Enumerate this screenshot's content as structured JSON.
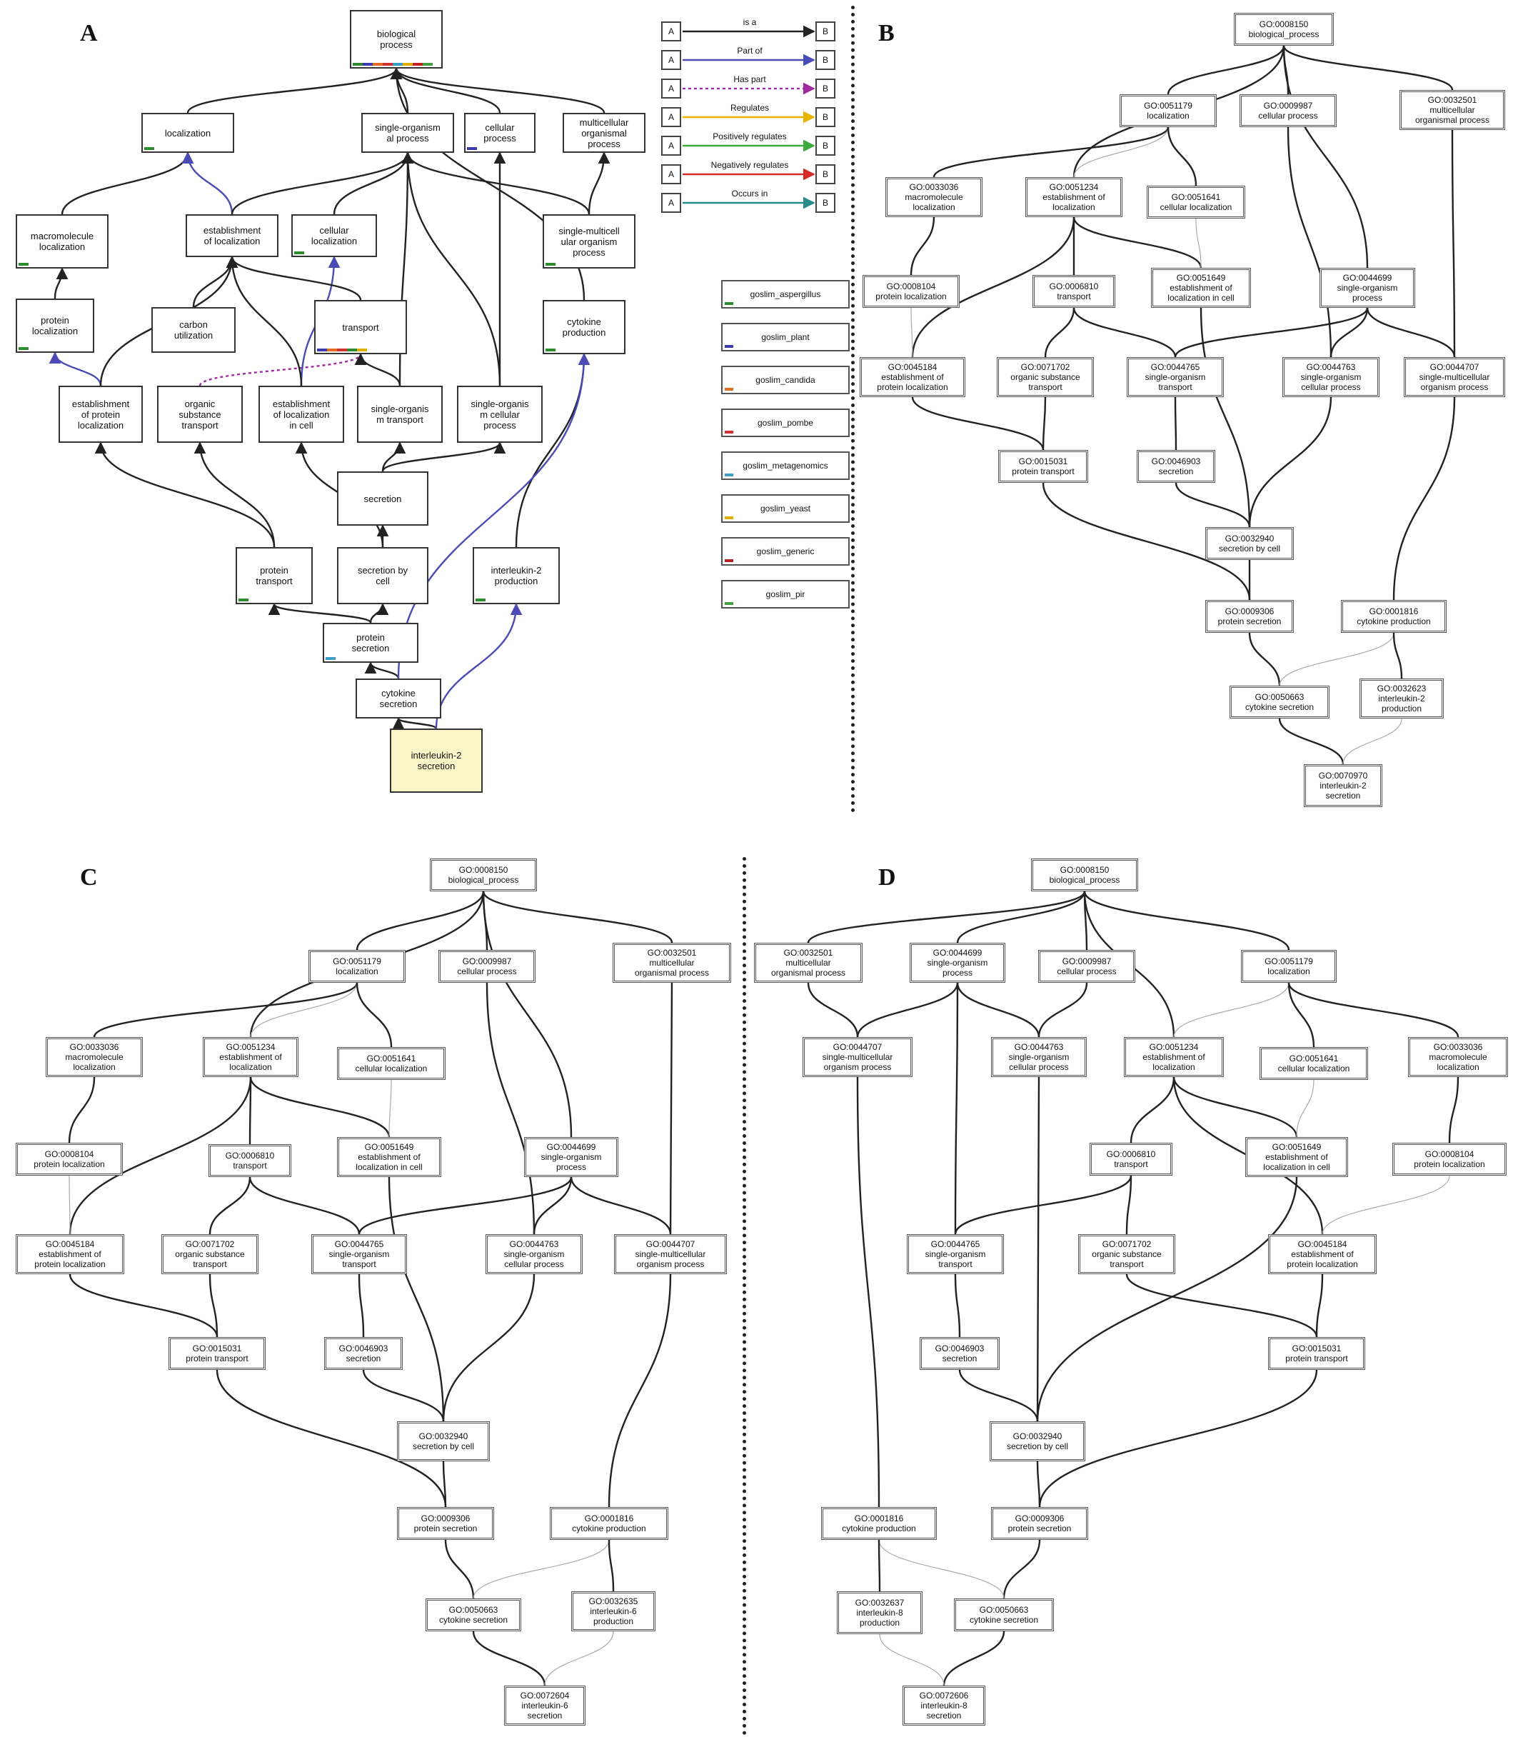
{
  "panel_labels": [
    "A",
    "B",
    "C",
    "D"
  ],
  "legend": {
    "relations": [
      {
        "a": "A",
        "b": "B",
        "label": "is a",
        "color": "#222222",
        "dash": false
      },
      {
        "a": "A",
        "b": "B",
        "label": "Part of",
        "color": "#4b4bb5",
        "dash": false
      },
      {
        "a": "A",
        "b": "B",
        "label": "Has part",
        "color": "#a02a9f",
        "dash": true
      },
      {
        "a": "A",
        "b": "B",
        "label": "Regulates",
        "color": "#e8b400",
        "dash": false
      },
      {
        "a": "A",
        "b": "B",
        "label": "Positively regulates",
        "color": "#3daa3d",
        "dash": false
      },
      {
        "a": "A",
        "b": "B",
        "label": "Negatively regulates",
        "color": "#d62a2a",
        "dash": false
      },
      {
        "a": "A",
        "b": "B",
        "label": "Occurs in",
        "color": "#2a8a8a",
        "dash": false
      }
    ],
    "slims": [
      {
        "label": "goslim_aspergillus",
        "color": "#2e8b2e"
      },
      {
        "label": "goslim_plant",
        "color": "#3b3bb0"
      },
      {
        "label": "goslim_candida",
        "color": "#e07020"
      },
      {
        "label": "goslim_pombe",
        "color": "#d23030"
      },
      {
        "label": "goslim_metagenomics",
        "color": "#3aa0c8"
      },
      {
        "label": "goslim_yeast",
        "color": "#e0b000"
      },
      {
        "label": "goslim_generic",
        "color": "#c02020"
      },
      {
        "label": "goslim_pir",
        "color": "#40a040"
      }
    ]
  },
  "panelA": {
    "nodes": {
      "bp": "biological\nprocess",
      "loc": "localization",
      "sop": "single-organism\nal process",
      "cp": "cellular\nprocess",
      "mop": "multicellular\norganismal\nprocess",
      "mml": "macromolecule\nlocalization",
      "eol": "establishment\nof localization",
      "cl": "cellular\nlocalization",
      "smp": "single-multicell\nular organism\nprocess",
      "pl": "protein\nlocalization",
      "cu": "carbon\nutilization",
      "tr": "transport",
      "cyp": "cytokine\nproduction",
      "epl": "establishment\nof protein\nlocalization",
      "ost": "organic\nsubstance\ntransport",
      "elc": "establishment\nof localization\nin cell",
      "sot": "single-organis\nm transport",
      "socp": "single-organis\nm cellular\nprocess",
      "sec": "secretion",
      "pt": "protein\ntransport",
      "sbc": "secretion by\ncell",
      "il2p": "interleukin-2\nproduction",
      "ps": "protein\nsecretion",
      "cs": "cytokine\nsecretion",
      "il2s": "interleukin-2\nsecretion"
    }
  },
  "panelB": {
    "nodes": {
      "bp": "GO:0008150\nbiological_process",
      "loc": "GO:0051179\nlocalization",
      "cp": "GO:0009987\ncellular process",
      "mop": "GO:0032501\nmulticellular\norganismal process",
      "mml": "GO:0033036\nmacromolecule\nlocalization",
      "eol": "GO:0051234\nestablishment of\nlocalization",
      "cl": "GO:0051641\ncellular localization",
      "pl": "GO:0008104\nprotein localization",
      "tr": "GO:0006810\ntransport",
      "elc": "GO:0051649\nestablishment of\nlocalization in cell",
      "sop": "GO:0044699\nsingle-organism\nprocess",
      "epl": "GO:0045184\nestablishment of\nprotein localization",
      "ost": "GO:0071702\norganic substance\ntransport",
      "sot": "GO:0044765\nsingle-organism\ntransport",
      "socp": "GO:0044763\nsingle-organism\ncellular process",
      "smp": "GO:0044707\nsingle-multicellular\norganism process",
      "pt": "GO:0015031\nprotein transport",
      "sec": "GO:0046903\nsecretion",
      "sbc": "GO:0032940\nsecretion by cell",
      "ps": "GO:0009306\nprotein secretion",
      "cyp": "GO:0001816\ncytokine production",
      "cs": "GO:0050663\ncytokine secretion",
      "ilp": "GO:0032623\ninterleukin-2\nproduction",
      "ils": "GO:0070970\ninterleukin-2\nsecretion"
    }
  },
  "panelC": {
    "nodes": {
      "bp": "GO:0008150\nbiological_process",
      "loc": "GO:0051179\nlocalization",
      "cp": "GO:0009987\ncellular process",
      "mop": "GO:0032501\nmulticellular\norganismal process",
      "mml": "GO:0033036\nmacromolecule\nlocalization",
      "eol": "GO:0051234\nestablishment of\nlocalization",
      "cl": "GO:0051641\ncellular localization",
      "pl": "GO:0008104\nprotein localization",
      "tr": "GO:0006810\ntransport",
      "elc": "GO:0051649\nestablishment of\nlocalization in cell",
      "sop": "GO:0044699\nsingle-organism\nprocess",
      "epl": "GO:0045184\nestablishment of\nprotein localization",
      "ost": "GO:0071702\norganic substance\ntransport",
      "sot": "GO:0044765\nsingle-organism\ntransport",
      "socp": "GO:0044763\nsingle-organism\ncellular process",
      "smp": "GO:0044707\nsingle-multicellular\norganism process",
      "pt": "GO:0015031\nprotein transport",
      "sec": "GO:0046903\nsecretion",
      "sbc": "GO:0032940\nsecretion by cell",
      "ps": "GO:0009306\nprotein secretion",
      "cyp": "GO:0001816\ncytokine production",
      "cs": "GO:0050663\ncytokine secretion",
      "ilp": "GO:0032635\ninterleukin-6\nproduction",
      "ils": "GO:0072604\ninterleukin-6\nsecretion"
    }
  },
  "panelD": {
    "nodes": {
      "bp": "GO:0008150\nbiological_process",
      "mop": "GO:0032501\nmulticellular\norganismal process",
      "sop": "GO:0044699\nsingle-organism\nprocess",
      "cp": "GO:0009987\ncellular process",
      "loc": "GO:0051179\nlocalization",
      "smp": "GO:0044707\nsingle-multicellular\norganism process",
      "socp": "GO:0044763\nsingle-organism\ncellular process",
      "eol": "GO:0051234\nestablishment of\nlocalization",
      "cl": "GO:0051641\ncellular localization",
      "mml": "GO:0033036\nmacromolecule\nlocalization",
      "tr": "GO:0006810\ntransport",
      "elc": "GO:0051649\nestablishment of\nlocalization in cell",
      "pl": "GO:0008104\nprotein localization",
      "sot": "GO:0044765\nsingle-organism\ntransport",
      "ost": "GO:0071702\norganic substance\ntransport",
      "epl": "GO:0045184\nestablishment of\nprotein localization",
      "sec": "GO:0046903\nsecretion",
      "pt": "GO:0015031\nprotein transport",
      "sbc": "GO:0032940\nsecretion by cell",
      "cyp": "GO:0001816\ncytokine production",
      "ps": "GO:0009306\nprotein secretion",
      "ilp": "GO:0032637\ninterleukin-8\nproduction",
      "cs": "GO:0050663\ncytokine secretion",
      "ils": "GO:0072606\ninterleukin-8\nsecretion"
    }
  }
}
